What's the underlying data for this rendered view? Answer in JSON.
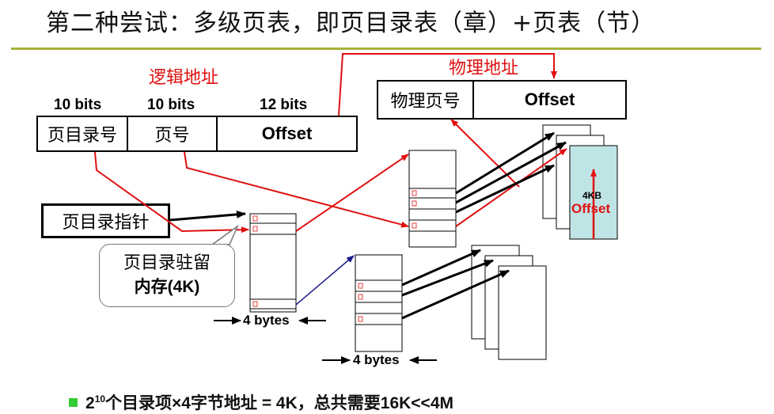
{
  "title": "第二种尝试：多级页表，即页目录表（章）+页表（节）",
  "logical_address": {
    "label": "逻辑地址",
    "fields": [
      {
        "bits": "10 bits",
        "name": "页目录号"
      },
      {
        "bits": "10 bits",
        "name": "页号"
      },
      {
        "bits": "12 bits",
        "name": "Offset"
      }
    ]
  },
  "physical_address": {
    "label": "物理地址",
    "fields": [
      {
        "name": "物理页号"
      },
      {
        "name": "Offset"
      }
    ]
  },
  "dir_pointer_label": "页目录指针",
  "callout": {
    "line1": "页目录驻留",
    "line2": "内存(4K)"
  },
  "bytes_label_1": "4 bytes",
  "bytes_label_2": "4 bytes",
  "page_size": "4KB",
  "page_offset": "Offset",
  "bullet": {
    "base": "2",
    "exp": "10",
    "rest": "个目录项×4字节地址 = 4K，总共需要16K<<4M"
  },
  "colors": {
    "red": "#e01010",
    "navy": "#1a1a8c",
    "page_fill": "#bfe4e6",
    "rule": "#a8b33a",
    "bullet": "#33cc33"
  }
}
